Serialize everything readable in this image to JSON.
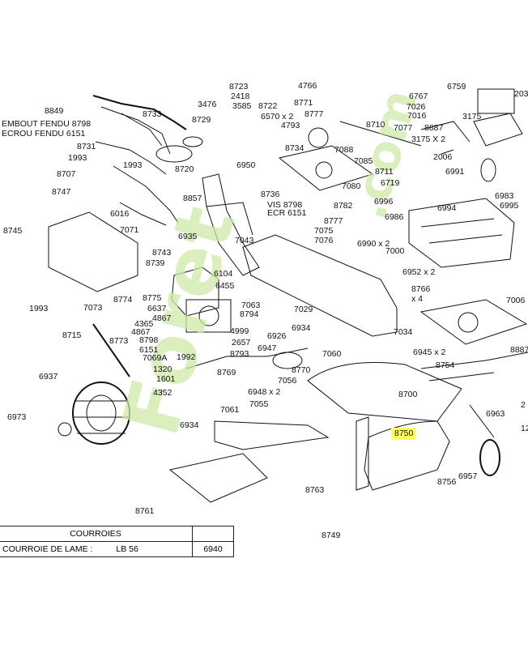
{
  "callouts": [
    {
      "id": "lbl-8849",
      "text": "8849"
    },
    {
      "id": "lbl-embout",
      "text": "EMBOUT FENDU 8798"
    },
    {
      "id": "lbl-ecrou",
      "text": "ECROU FENDU 6151"
    },
    {
      "id": "lbl-8731",
      "text": "8731"
    },
    {
      "id": "lbl-1993a",
      "text": "1993"
    },
    {
      "id": "lbl-8707",
      "text": "8707"
    },
    {
      "id": "lbl-8747",
      "text": "8747"
    },
    {
      "id": "lbl-8745",
      "text": "8745"
    },
    {
      "id": "lbl-6016",
      "text": "6016"
    },
    {
      "id": "lbl-7071",
      "text": "7071"
    },
    {
      "id": "lbl-8733",
      "text": "8733"
    },
    {
      "id": "lbl-8723",
      "text": "8723"
    },
    {
      "id": "lbl-2418",
      "text": "2418"
    },
    {
      "id": "lbl-3476",
      "text": "3476"
    },
    {
      "id": "lbl-3585",
      "text": "3585"
    },
    {
      "id": "lbl-8722",
      "text": "8722"
    },
    {
      "id": "lbl-6570",
      "text": "6570 x 2"
    },
    {
      "id": "lbl-4793",
      "text": "4793"
    },
    {
      "id": "lbl-8729",
      "text": "8729"
    },
    {
      "id": "lbl-1993b",
      "text": "1993"
    },
    {
      "id": "lbl-8720",
      "text": "8720"
    },
    {
      "id": "lbl-6950",
      "text": "6950"
    },
    {
      "id": "lbl-8857",
      "text": "8857"
    },
    {
      "id": "lbl-8736",
      "text": "8736"
    },
    {
      "id": "lbl-vis",
      "text": "VIS 8798"
    },
    {
      "id": "lbl-ecr",
      "text": "ECR 6151"
    },
    {
      "id": "lbl-8734",
      "text": "8734"
    },
    {
      "id": "lbl-4766",
      "text": "4766"
    },
    {
      "id": "lbl-8771",
      "text": "8771"
    },
    {
      "id": "lbl-8777a",
      "text": "8777"
    },
    {
      "id": "lbl-7088",
      "text": "7088"
    },
    {
      "id": "lbl-8710",
      "text": "8710"
    },
    {
      "id": "lbl-7085",
      "text": "7085"
    },
    {
      "id": "lbl-7080",
      "text": "7080"
    },
    {
      "id": "lbl-8782",
      "text": "8782"
    },
    {
      "id": "lbl-8777b",
      "text": "8777"
    },
    {
      "id": "lbl-7075",
      "text": "7075"
    },
    {
      "id": "lbl-7076",
      "text": "7076"
    },
    {
      "id": "lbl-7043",
      "text": "7043"
    },
    {
      "id": "lbl-6935",
      "text": "6935"
    },
    {
      "id": "lbl-8743",
      "text": "8743"
    },
    {
      "id": "lbl-8739",
      "text": "8739"
    },
    {
      "id": "lbl-6104",
      "text": "6104"
    },
    {
      "id": "lbl-6455",
      "text": "6455"
    },
    {
      "id": "lbl-8774",
      "text": "8774"
    },
    {
      "id": "lbl-8775",
      "text": "8775"
    },
    {
      "id": "lbl-6637",
      "text": "6637"
    },
    {
      "id": "lbl-4867a",
      "text": "4867"
    },
    {
      "id": "lbl-4365",
      "text": "4365"
    },
    {
      "id": "lbl-4867b",
      "text": "4867"
    },
    {
      "id": "lbl-7063",
      "text": "7063"
    },
    {
      "id": "lbl-8794",
      "text": "8794"
    },
    {
      "id": "lbl-1993c",
      "text": "1993"
    },
    {
      "id": "lbl-7073",
      "text": "7073"
    },
    {
      "id": "lbl-8715",
      "text": "8715"
    },
    {
      "id": "lbl-8773",
      "text": "8773"
    },
    {
      "id": "lbl-8798",
      "text": "8798"
    },
    {
      "id": "lbl-6151",
      "text": "6151"
    },
    {
      "id": "lbl-7069a",
      "text": "7069A"
    },
    {
      "id": "lbl-1992",
      "text": "1992"
    },
    {
      "id": "lbl-1320",
      "text": "1320"
    },
    {
      "id": "lbl-1601",
      "text": "1601"
    },
    {
      "id": "lbl-4352",
      "text": "4352"
    },
    {
      "id": "lbl-4999",
      "text": "4999"
    },
    {
      "id": "lbl-2657",
      "text": "2657"
    },
    {
      "id": "lbl-8793",
      "text": "8793"
    },
    {
      "id": "lbl-8769",
      "text": "8769"
    },
    {
      "id": "lbl-6926",
      "text": "6926"
    },
    {
      "id": "lbl-6947",
      "text": "6947"
    },
    {
      "id": "lbl-7056",
      "text": "7056"
    },
    {
      "id": "lbl-8770",
      "text": "8770"
    },
    {
      "id": "lbl-6934a",
      "text": "6934"
    },
    {
      "id": "lbl-7060",
      "text": "7060"
    },
    {
      "id": "lbl-7029",
      "text": "7029"
    },
    {
      "id": "lbl-7034",
      "text": "7034"
    },
    {
      "id": "lbl-6948",
      "text": "6948 x 2"
    },
    {
      "id": "lbl-7055",
      "text": "7055"
    },
    {
      "id": "lbl-7061",
      "text": "7061"
    },
    {
      "id": "lbl-6934b",
      "text": "6934"
    },
    {
      "id": "lbl-6937",
      "text": "6937"
    },
    {
      "id": "lbl-6973",
      "text": "6973"
    },
    {
      "id": "lbl-8700",
      "text": "8700"
    },
    {
      "id": "lbl-8750",
      "text": "8750"
    },
    {
      "id": "lbl-8763",
      "text": "8763"
    },
    {
      "id": "lbl-8761",
      "text": "8761"
    },
    {
      "id": "lbl-8749",
      "text": "8749"
    },
    {
      "id": "lbl-8756",
      "text": "8756"
    },
    {
      "id": "lbl-6957",
      "text": "6957"
    },
    {
      "id": "lbl-6963",
      "text": "6963"
    },
    {
      "id": "lbl-8754",
      "text": "8754"
    },
    {
      "id": "lbl-6945",
      "text": "6945 x 2"
    },
    {
      "id": "lbl-8887",
      "text": "8887"
    },
    {
      "id": "lbl-7006",
      "text": "7006"
    },
    {
      "id": "lbl-8766",
      "text": "8766"
    },
    {
      "id": "lbl-x4",
      "text": "x 4"
    },
    {
      "id": "lbl-6952",
      "text": "6952 x 2"
    },
    {
      "id": "lbl-7000",
      "text": "7000"
    },
    {
      "id": "lbl-6990",
      "text": "6990 x 2"
    },
    {
      "id": "lbl-6986",
      "text": "6986"
    },
    {
      "id": "lbl-6996",
      "text": "6996"
    },
    {
      "id": "lbl-6994",
      "text": "6994"
    },
    {
      "id": "lbl-6983",
      "text": "6983"
    },
    {
      "id": "lbl-6995",
      "text": "6995"
    },
    {
      "id": "lbl-6991",
      "text": "6991"
    },
    {
      "id": "lbl-6719",
      "text": "6719"
    },
    {
      "id": "lbl-8711",
      "text": "8711"
    },
    {
      "id": "lbl-2006",
      "text": "2006"
    },
    {
      "id": "lbl-3175x2",
      "text": "3175 X 2"
    },
    {
      "id": "lbl-8887b",
      "text": "8887"
    },
    {
      "id": "lbl-7077",
      "text": "7077"
    },
    {
      "id": "lbl-7016",
      "text": "7016"
    },
    {
      "id": "lbl-3175",
      "text": "3175"
    },
    {
      "id": "lbl-7026",
      "text": "7026"
    },
    {
      "id": "lbl-6767",
      "text": "6767"
    },
    {
      "id": "lbl-6759",
      "text": "6759"
    },
    {
      "id": "lbl-203",
      "text": "203"
    },
    {
      "id": "lbl-12",
      "text": "12"
    },
    {
      "id": "lbl-2",
      "text": "2"
    }
  ],
  "belts_table": {
    "header": "COURROIES",
    "row": {
      "name": "COURROIE DE LAME :",
      "ref": "LB 56",
      "code": "6940"
    }
  },
  "watermark": {
    "left": "Foret",
    "right": ".com",
    "color": "#cfe9a8"
  }
}
